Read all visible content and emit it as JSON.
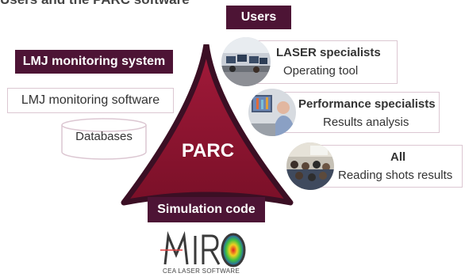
{
  "title_partial": "Users and the PARC software",
  "users_header": "Users",
  "lmj_system": "LMJ monitoring system",
  "lmj_software": "LMJ monitoring software",
  "databases": "Databases",
  "center_label": "PARC",
  "simulation_code": "Simulation code",
  "users": [
    {
      "title": "LASER specialists",
      "subtitle": "Operating tool"
    },
    {
      "title": "Performance specialists",
      "subtitle": "Results analysis"
    },
    {
      "title": "All",
      "subtitle": "Reading shots results"
    }
  ],
  "logo": {
    "name": "MIRO",
    "tagline": "CEA LASER SOFTWARE"
  },
  "colors": {
    "dark": "#4d1435",
    "triangle": "#8c1530",
    "border": "#dcc7d2"
  }
}
